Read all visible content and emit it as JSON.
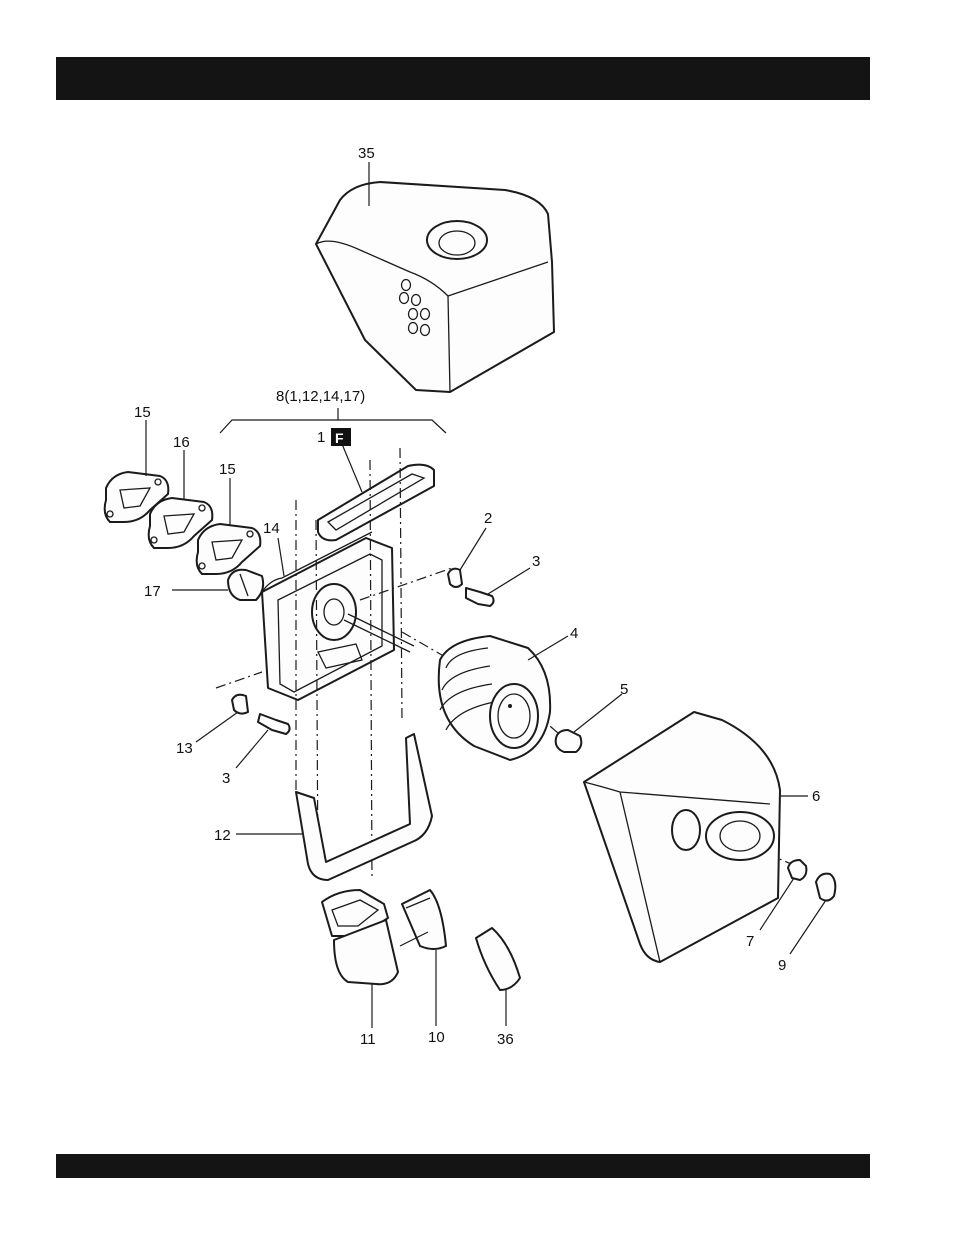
{
  "header": {
    "title": ""
  },
  "footer": {
    "text": ""
  },
  "diagram": {
    "type": "exploded parts view",
    "assembly_bracket_label": "8(1,12,14,17)",
    "badge_letter": "F",
    "callouts": {
      "c35": "35",
      "c1": "1",
      "c15a": "15",
      "c16": "16",
      "c15b": "15",
      "c14": "14",
      "c17": "17",
      "c2": "2",
      "c3a": "3",
      "c4": "4",
      "c5": "5",
      "c6": "6",
      "c13": "13",
      "c3b": "3",
      "c12": "12",
      "c7": "7",
      "c9": "9",
      "c11": "11",
      "c10": "10",
      "c36": "36"
    }
  }
}
